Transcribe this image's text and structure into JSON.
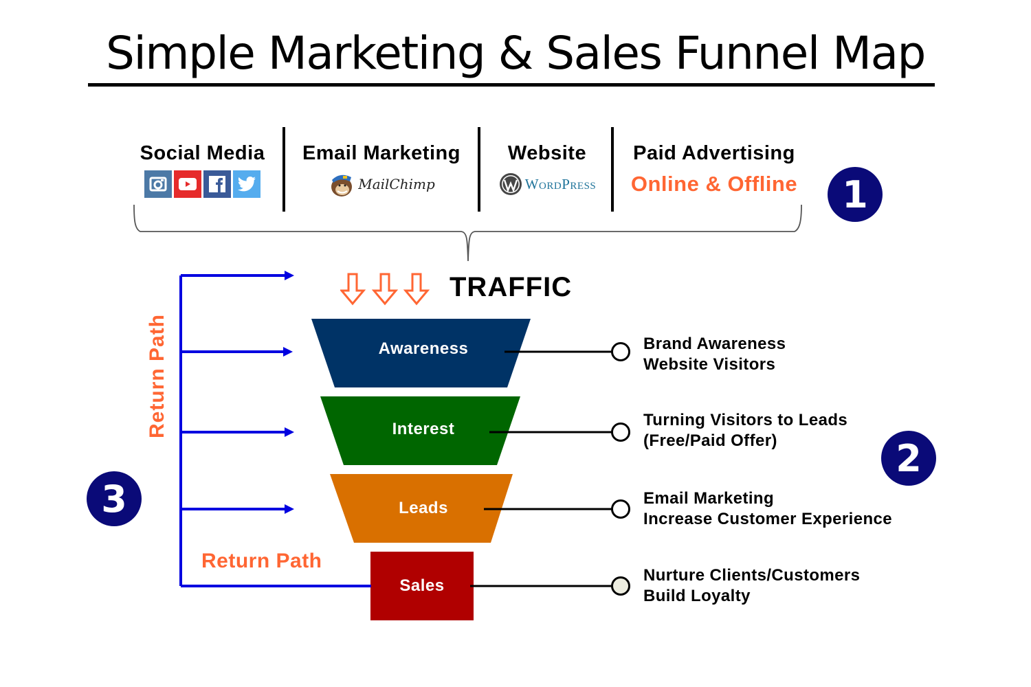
{
  "title": "Simple Marketing & Sales Funnel Map",
  "colors": {
    "accent_orange": "#FF6633",
    "badge_navy": "#0A0A78",
    "return_path_blue": "#0000E0",
    "awareness": "#003366",
    "interest": "#006600",
    "leads": "#D97000",
    "sales": "#B00000"
  },
  "traffic_sources": {
    "columns": [
      {
        "label": "Social Media",
        "icons": [
          "instagram-icon",
          "youtube-icon",
          "facebook-icon",
          "twitter-icon"
        ]
      },
      {
        "label": "Email Marketing",
        "logo_text": "MailChimp",
        "logo_icon": "mailchimp-monkey-icon"
      },
      {
        "label": "Website",
        "logo_text": "WordPress",
        "logo_icon": "wordpress-icon"
      },
      {
        "label": "Paid Advertising",
        "sub_label": "Online & Offline"
      }
    ],
    "badge": "1"
  },
  "traffic": {
    "label": "TRAFFIC",
    "arrow_count": 3
  },
  "funnel": {
    "stages": [
      {
        "label": "Awareness",
        "description": [
          "Brand Awareness",
          "Website Visitors"
        ]
      },
      {
        "label": "Interest",
        "description": [
          "Turning Visitors to Leads",
          "(Free/Paid Offer)"
        ]
      },
      {
        "label": "Leads",
        "description": [
          "Email Marketing",
          "Increase Customer Experience"
        ]
      },
      {
        "label": "Sales",
        "description": [
          "Nurture Clients/Customers",
          "Build Loyalty"
        ]
      }
    ],
    "badge": "2"
  },
  "return_path": {
    "vertical_label": "Return Path",
    "horizontal_label": "Return Path",
    "badge": "3"
  }
}
